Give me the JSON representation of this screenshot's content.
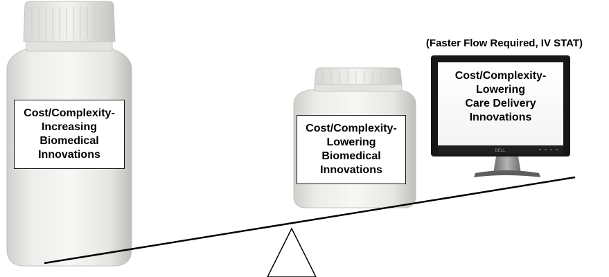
{
  "diagram": {
    "left_label": "Cost/Complexity-\nIncreasing\nBiomedical\nInnovations",
    "middle_label": "Cost/Complexity-\nLowering\nBiomedical\nInnovations",
    "monitor_label": "Cost/Complexity-\nLowering\nCare Delivery\nInnovations",
    "monitor_caption": "(Faster Flow Required, IV STAT)",
    "colors": {
      "bottle_body": "#eeeeec",
      "bottle_shadow": "#c9c9c6",
      "monitor_frame": "#1a1a1a",
      "monitor_stand": "#8a8a8a",
      "text": "#000000"
    },
    "icons": [
      "large-bottle",
      "small-bottle",
      "computer-monitor",
      "balance-beam",
      "fulcrum-triangle"
    ]
  }
}
